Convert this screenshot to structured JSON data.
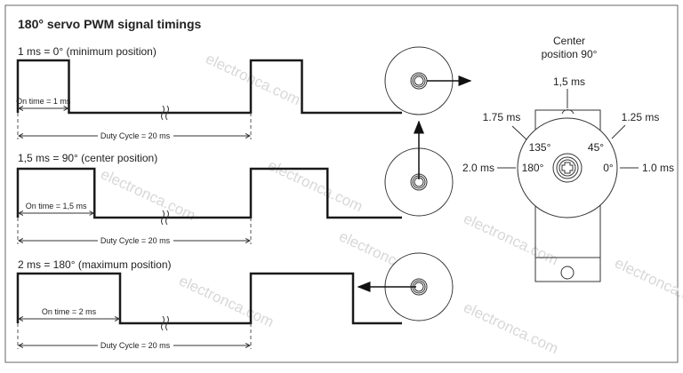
{
  "title": "180° servo PWM signal timings",
  "watermark": "electronca.com",
  "rows": [
    {
      "label": "1 ms = 0° (minimum position)",
      "on_time": "On time = 1 ms",
      "duty": "Duty Cycle = 20 ms",
      "pulse_ms": 1,
      "arrow": "right"
    },
    {
      "label": "1,5 ms = 90° (center position)",
      "on_time": "On time = 1,5 ms",
      "duty": "Duty Cycle = 20 ms",
      "pulse_ms": 1.5,
      "arrow": "up"
    },
    {
      "label": "2 ms = 180° (maximum position)",
      "on_time": "On time = 2 ms",
      "duty": "Duty Cycle = 20 ms",
      "pulse_ms": 2,
      "arrow": "left"
    }
  ],
  "servo": {
    "center_title_1": "Center",
    "center_title_2": "position 90°",
    "t_top": "1,5 ms",
    "t_tl": "1.75 ms",
    "t_tr": "1.25 ms",
    "t_left": "2.0 ms",
    "t_right": "1.0 ms",
    "a135": "135°",
    "a45": "45°",
    "a180": "180°",
    "a0": "0°"
  }
}
